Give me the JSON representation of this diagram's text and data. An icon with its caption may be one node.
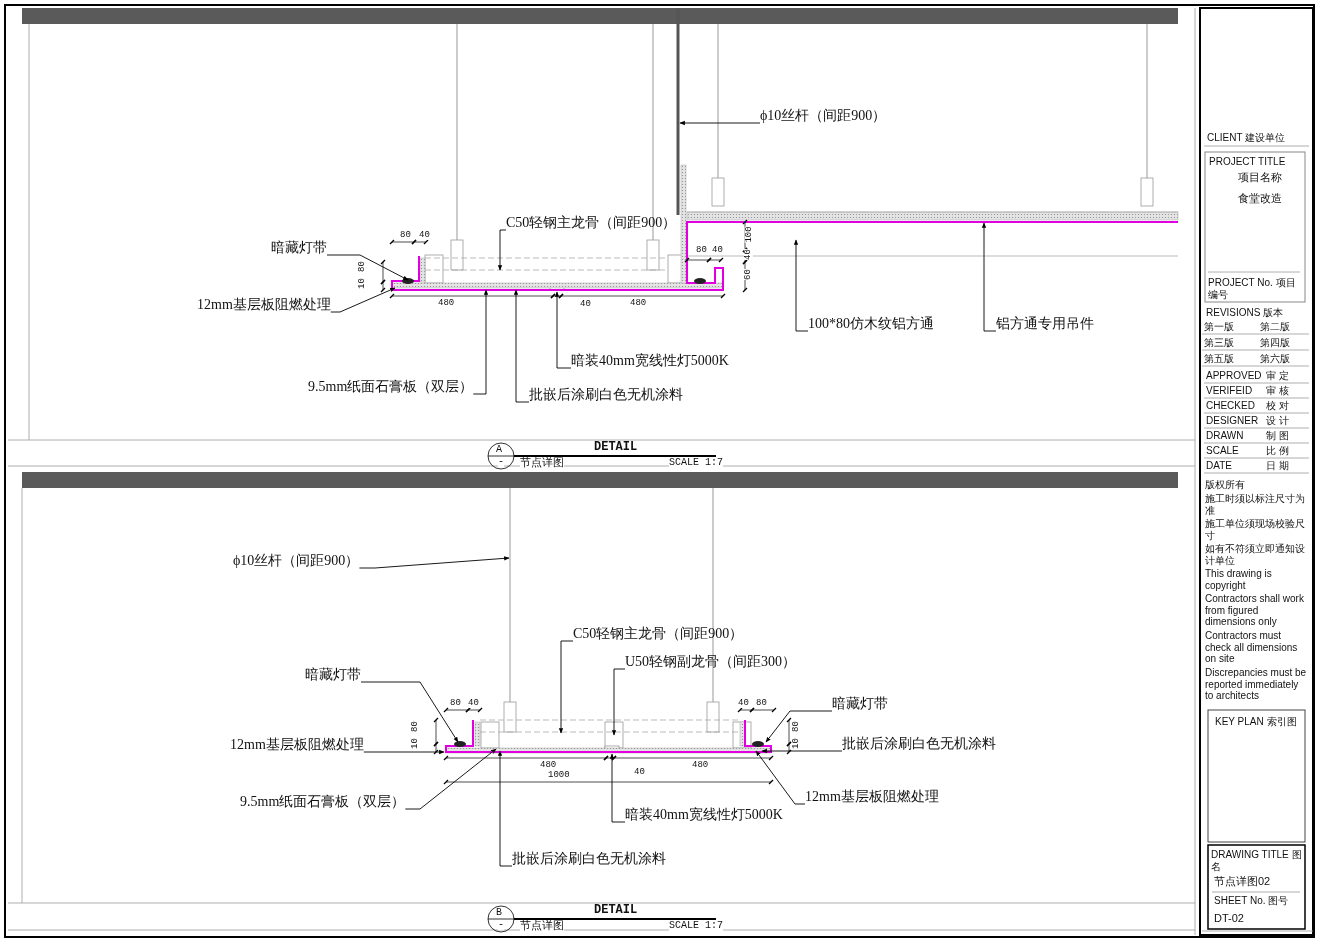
{
  "diagram": {
    "nodes": [
      {
        "text": [
          "ϕ10丝杆（间距900）"
        ]
      },
      {
        "text": [
          "C50轻钢主龙骨（间距900）"
        ]
      },
      {
        "text": [
          "暗藏灯带"
        ]
      },
      {
        "text": [
          "12mm基层板阻燃处理"
        ]
      },
      {
        "text": [
          "暗装40mm宽线性灯5000K"
        ]
      },
      {
        "text": [
          "9.5mm纸面石膏板（双层）"
        ]
      },
      {
        "text": [
          "批嵌后涂刷白色无机涂料"
        ]
      },
      {
        "text": [
          "100*80仿木纹铝方通"
        ]
      },
      {
        "text": [
          "铝方通专用吊件"
        ]
      },
      {
        "text": [
          "ϕ10丝杆（间距900）"
        ]
      },
      {
        "text": [
          "C50轻钢主龙骨（间距900）"
        ]
      },
      {
        "text": [
          "U50轻钢副龙骨（间距300）"
        ]
      },
      {
        "text": [
          "暗藏灯带"
        ]
      },
      {
        "text": [
          "暗藏灯带"
        ]
      },
      {
        "text": [
          "12mm基层板阻燃处理"
        ]
      },
      {
        "text": [
          "批嵌后涂刷白色无机涂料"
        ]
      },
      {
        "text": [
          "12mm基层板阻燃处理"
        ]
      },
      {
        "text": [
          "9.5mm纸面石膏板（双层）"
        ]
      },
      {
        "text": [
          "暗装40mm宽线性灯5000K"
        ]
      },
      {
        "text": [
          "批嵌后涂刷白色无机涂料"
        ]
      }
    ],
    "edges": [
      {
        "from": 0,
        "to": null,
        "arrow": "to"
      },
      {
        "from": 1,
        "to": null,
        "arrow": "to"
      },
      {
        "from": 2,
        "to": null,
        "arrow": "to"
      },
      {
        "from": 3,
        "to": null,
        "arrow": "to"
      },
      {
        "from": 4,
        "to": null,
        "arrow": "to"
      },
      {
        "from": 5,
        "to": null,
        "arrow": "to"
      },
      {
        "from": 6,
        "to": null,
        "arrow": "to"
      },
      {
        "from": 7,
        "to": null,
        "arrow": "to"
      },
      {
        "from": 8,
        "to": null,
        "arrow": "to"
      },
      {
        "from": 9,
        "to": null,
        "arrow": "to"
      },
      {
        "from": 10,
        "to": null,
        "arrow": "to"
      },
      {
        "from": 11,
        "to": null,
        "arrow": "to"
      },
      {
        "from": 12,
        "to": null,
        "arrow": "to"
      },
      {
        "from": 13,
        "to": null,
        "arrow": "to"
      },
      {
        "from": 14,
        "to": null,
        "arrow": "to"
      },
      {
        "from": 15,
        "to": null,
        "arrow": "to"
      },
      {
        "from": 16,
        "to": null,
        "arrow": "to"
      },
      {
        "from": 17,
        "to": null,
        "arrow": "to"
      },
      {
        "from": 18,
        "to": null,
        "arrow": "to"
      },
      {
        "from": 19,
        "to": null,
        "arrow": "to"
      }
    ],
    "labels": [
      "80",
      "40",
      "80",
      "10",
      "480",
      "40",
      "480",
      "80",
      "40",
      "100",
      "40",
      "60",
      "A",
      "DETAIL",
      "-",
      "节点详图",
      "SCALE 1:7",
      "80",
      "40",
      "40",
      "80",
      "80",
      "10",
      "80",
      "10",
      "480",
      "40",
      "480",
      "1000",
      "B",
      "DETAIL",
      "-",
      "节点详图",
      "SCALE 1:7",
      "CLIENT 建设单位",
      "PROJECT TITLE",
      "项目名称",
      "食堂改造",
      "PROJECT No. 项目编号",
      "REVISIONS 版本",
      "第一版",
      "第二版",
      "第三版",
      "第四版",
      "第五版",
      "第六版",
      "APPROVED",
      "审 定",
      "VERIFEID",
      "审 核",
      "CHECKED",
      "校 对",
      "DESIGNER",
      "设 计",
      "DRAWN",
      "制 图",
      "SCALE",
      "比 例",
      "DATE",
      "日 期",
      "版权所有",
      "施工时须以标注尺寸为准",
      "施工单位须现场校验尺寸",
      "如有不符须立即通知设计单位",
      "This drawing is copyright",
      "Contractors shall work from figured dimensions only",
      "Contractors must check all dimensions on site",
      "Discrepancies must be reported immediately to architects",
      "KEY PLAN 索引图",
      "DRAWING TITLE 图名",
      "节点详图02",
      "SHEET No. 图号",
      "DT-02"
    ]
  }
}
